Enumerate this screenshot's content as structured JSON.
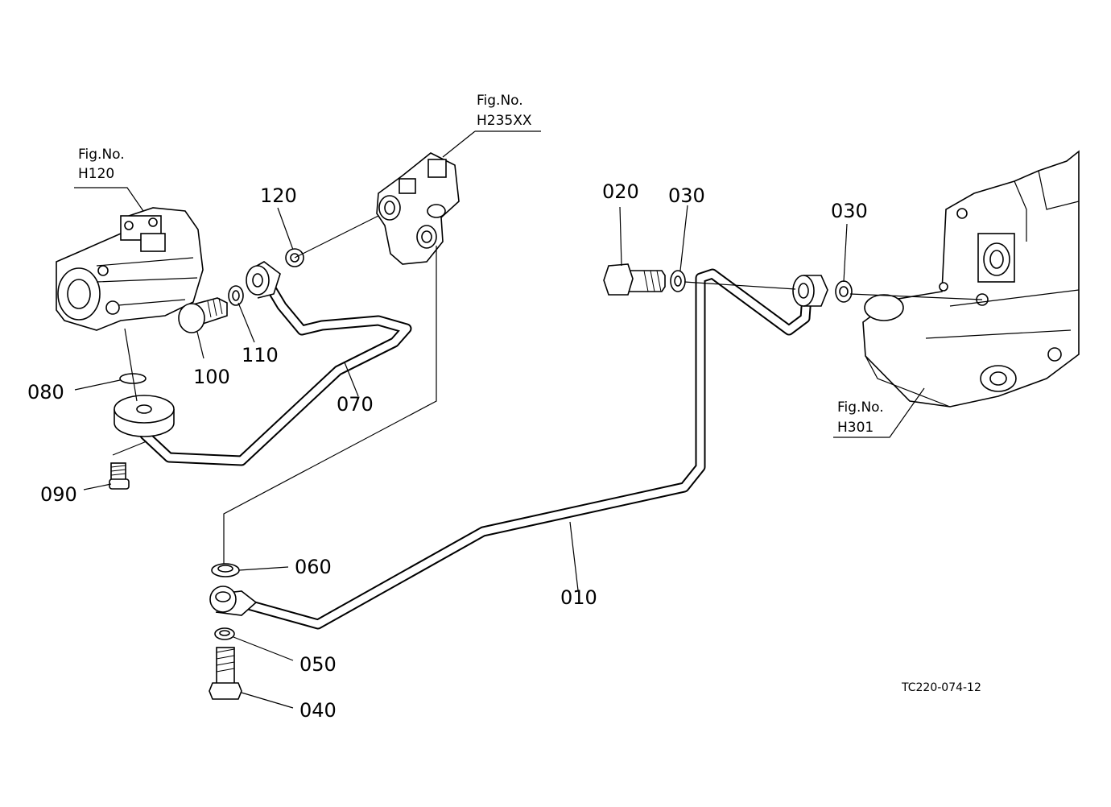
{
  "callouts": {
    "p010": "010",
    "p020": "020",
    "p030a": "030",
    "p030b": "030",
    "p040": "040",
    "p050": "050",
    "p060": "060",
    "p070": "070",
    "p080": "080",
    "p090": "090",
    "p100": "100",
    "p110": "110",
    "p120": "120"
  },
  "fig_refs": {
    "h120": {
      "label": "Fig.No.",
      "number": "H120"
    },
    "h235": {
      "label": "Fig.No.",
      "number": "H235XX"
    },
    "h301": {
      "label": "Fig.No.",
      "number": "H301"
    }
  },
  "drawing_id": "TC220-074-12"
}
